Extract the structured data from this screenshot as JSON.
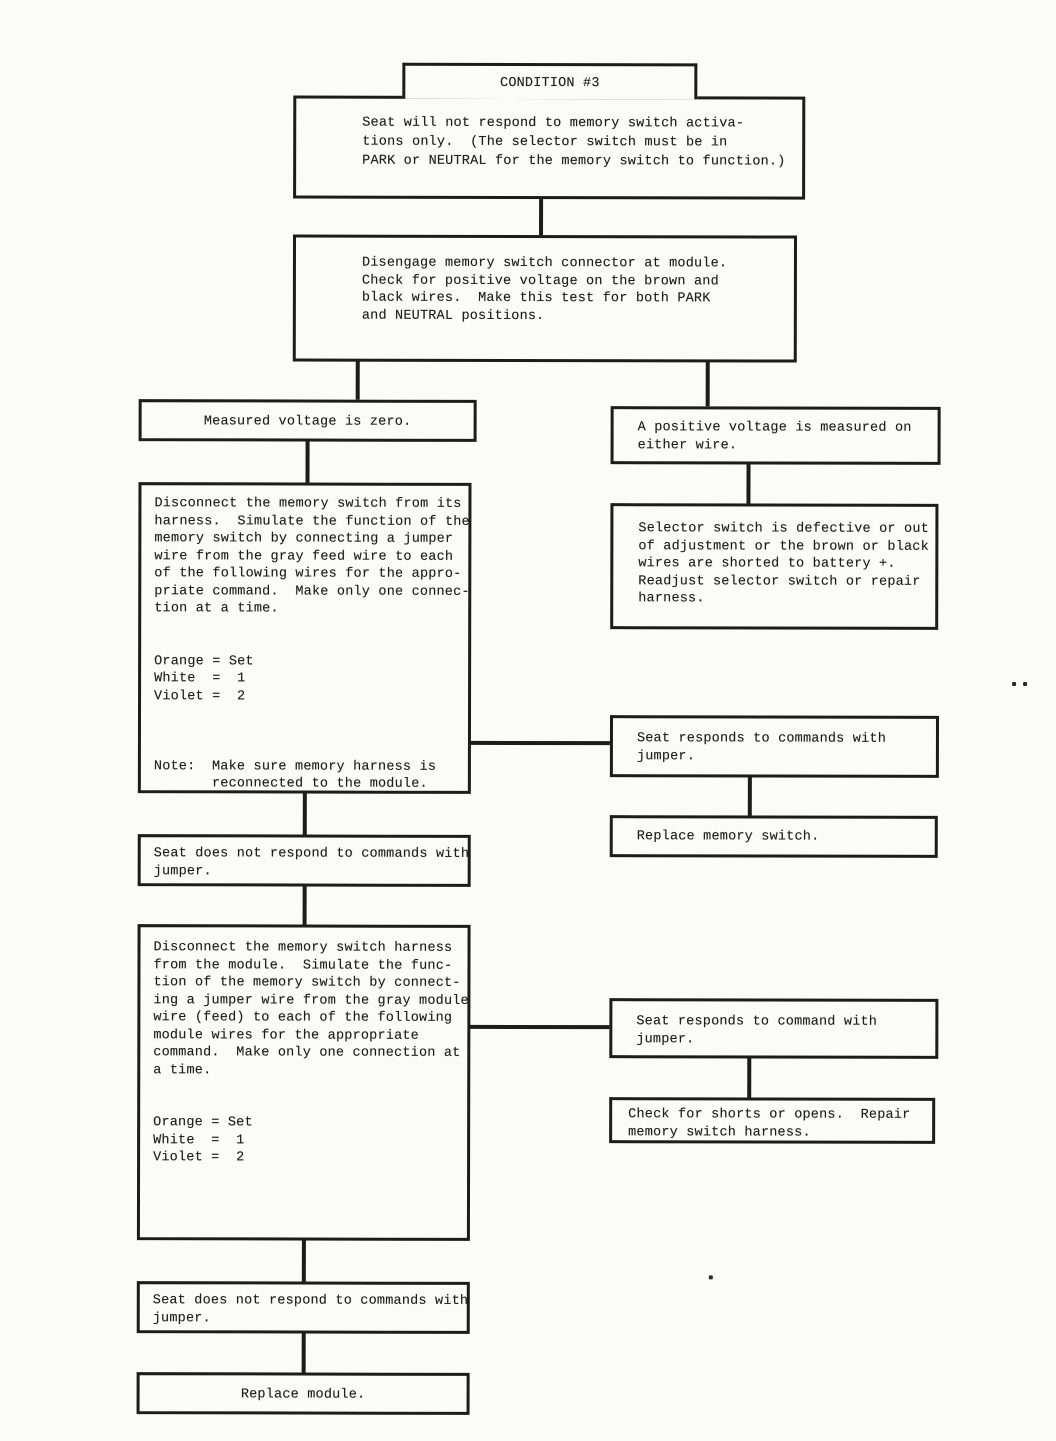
{
  "document": {
    "type": "troubleshooting-flowchart",
    "title": "CONDITION #3"
  },
  "colors": {
    "ink": "#1c1c1c",
    "paper": "#fbfbf8"
  },
  "flowchart": {
    "condition_tab": {
      "text": "CONDITION #3"
    },
    "condition_desc": {
      "text": "Seat will not respond to memory switch activa-\ntions only.  (The selector switch must be in\nPARK or NEUTRAL for the memory switch to function.)"
    },
    "disengage_check": {
      "text": "Disengage memory switch connector at module.\nCheck for positive voltage on the brown and\nblack wires.  Make this test for both PARK\nand NEUTRAL positions."
    },
    "voltage_zero": {
      "text": "Measured voltage is zero."
    },
    "voltage_positive": {
      "text": "A positive voltage is measured on\neither wire."
    },
    "jumper_test_switch": {
      "text": "Disconnect the memory switch from its\nharness.  Simulate the function of the\nmemory switch by connecting a jumper\nwire from the gray feed wire to each\nof the following wires for the appro-\npriate command.  Make only one connec-\ntion at a time.\n\n\nOrange = Set\nWhite  =  1\nViolet =  2\n\n\n\nNote:  Make sure memory harness is\n       reconnected to the module."
    },
    "selector_defective": {
      "text": "Selector switch is defective or out\nof adjustment or the brown or black\nwires are shorted to battery +.\nReadjust selector switch or repair\nharness."
    },
    "responds_with_jumper_1": {
      "text": "Seat responds to commands with\njumper."
    },
    "replace_memory_switch": {
      "text": "Replace memory switch."
    },
    "no_response_1": {
      "text": "Seat does not respond to commands with\njumper."
    },
    "jumper_test_module": {
      "text": "Disconnect the memory switch harness\nfrom the module.  Simulate the func-\ntion of the memory switch by connect-\ning a jumper wire from the gray module\nwire (feed) to each of the following\nmodule wires for the appropriate\ncommand.  Make only one connection at\na time.\n\n\nOrange = Set\nWhite  =  1\nViolet =  2"
    },
    "responds_with_jumper_2": {
      "text": "Seat responds to command with\njumper."
    },
    "check_shorts": {
      "text": "Check for shorts or opens.  Repair\nmemory switch harness."
    },
    "no_response_2": {
      "text": "Seat does not respond to commands with\njumper."
    },
    "replace_module": {
      "text": "Replace module."
    }
  }
}
